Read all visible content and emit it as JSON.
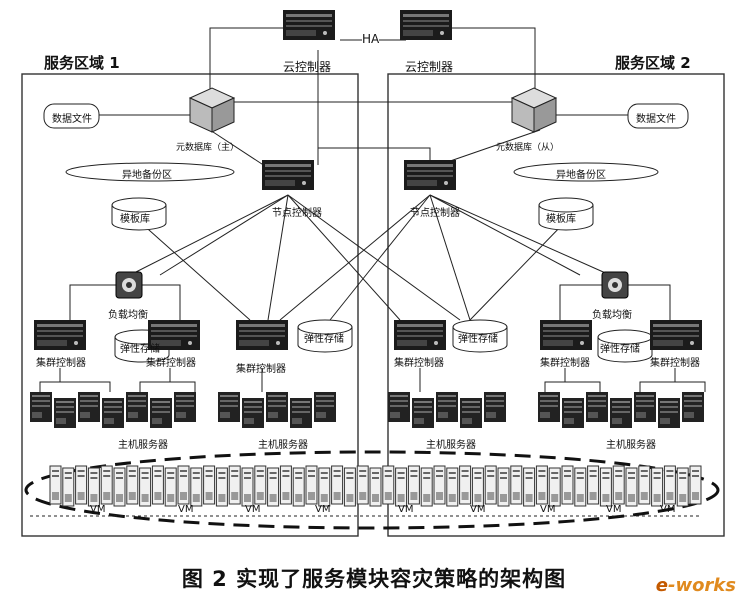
{
  "regions": {
    "left": "服务区域 1",
    "right": "服务区域 2"
  },
  "top": {
    "cloud_left": "云控制器",
    "cloud_right": "云控制器",
    "ha": "HA"
  },
  "left": {
    "data_file": "数据文件",
    "metadb": "元数据库（主）",
    "remote_backup": "异地备份区",
    "template_lib": "模板库",
    "node_ctrl": "节点控制器",
    "load_balancer": "负载均衡",
    "elastic_a": "弹性存储",
    "elastic_b": "弹性存储",
    "cluster_a": "集群控制器",
    "cluster_b": "集群控制器",
    "cluster_c": "集群控制器",
    "host_a": "主机服务器",
    "host_b": "主机服务器"
  },
  "right": {
    "data_file": "数据文件",
    "metadb": "元数据库（从）",
    "remote_backup": "异地备份区",
    "template_lib": "模板库",
    "node_ctrl": "节点控制器",
    "load_balancer": "负载均衡",
    "elastic_a": "弹性存储",
    "elastic_b": "弹性存储",
    "cluster_a": "集群控制器",
    "cluster_b": "集群控制器",
    "cluster_c": "集群控制器",
    "host_a": "主机服务器",
    "host_b": "主机服务器"
  },
  "vm_label": "VM",
  "caption": "图 2 实现了服务模块容灾策略的架构图",
  "logo": {
    "e": "e",
    "rest": "-works"
  }
}
